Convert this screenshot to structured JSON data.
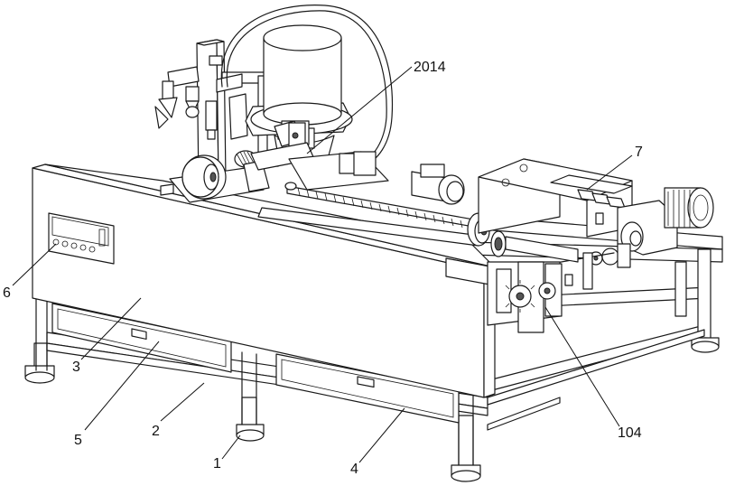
{
  "callouts": [
    {
      "id": "c2014",
      "label": "2014"
    },
    {
      "id": "c7",
      "label": "7"
    },
    {
      "id": "c6",
      "label": "6"
    },
    {
      "id": "c3",
      "label": "3"
    },
    {
      "id": "c5",
      "label": "5"
    },
    {
      "id": "c2",
      "label": "2"
    },
    {
      "id": "c1",
      "label": "1"
    },
    {
      "id": "c4",
      "label": "4"
    },
    {
      "id": "c104",
      "label": "104"
    }
  ]
}
